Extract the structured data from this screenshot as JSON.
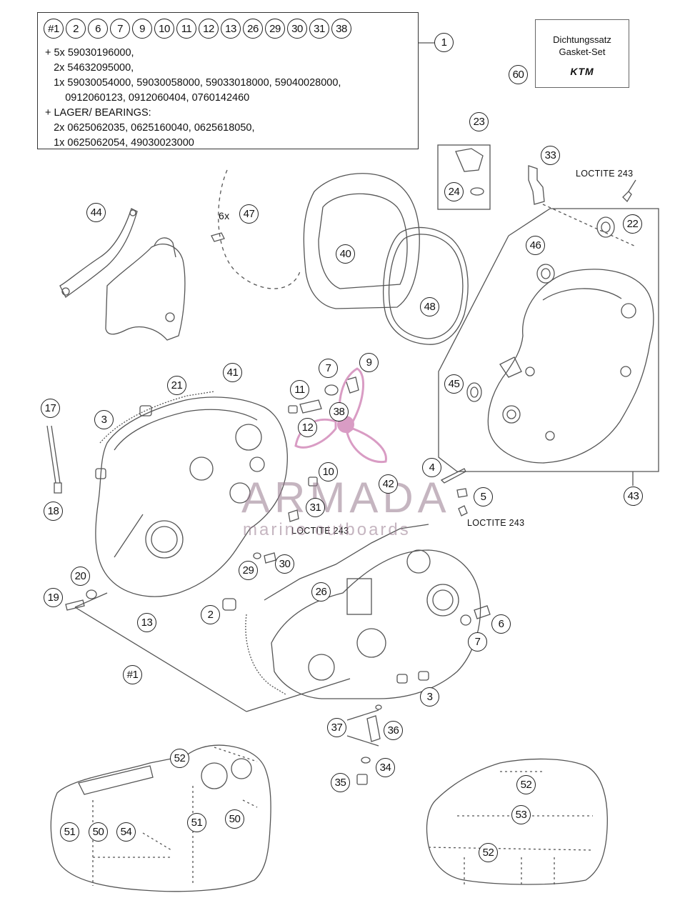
{
  "parts_set": {
    "circles": [
      "#1",
      "2",
      "6",
      "7",
      "9",
      "10",
      "11",
      "12",
      "13",
      "26",
      "29",
      "30",
      "31",
      "38"
    ],
    "callout": "1",
    "lines": [
      "+ 5x 59030196000,",
      "   2x 54632095000,",
      "   1x 59030054000, 59030058000, 59033018000, 59040028000,",
      "       0912060123, 0912060404, 0760142460",
      "+ LAGER/ BEARINGS:",
      "   2x 0625062035, 0625160040, 0625618050,",
      "   1x 0625062054, 49030023000"
    ]
  },
  "gasket_set": {
    "line1": "Dichtungssatz",
    "line2": "Gasket-Set",
    "logo": "KTM",
    "callout": "60"
  },
  "notes": {
    "loctite_a": "LOCTITE 243",
    "loctite_b": "LOCTITE 243",
    "loctite_c": "LOCTITE 243",
    "qty_47": "6x"
  },
  "watermark": {
    "title": "ARMADA",
    "subtitle": "marine outboards"
  },
  "callouts": {
    "c23": "23",
    "c24": "24",
    "c33": "33",
    "c22": "22",
    "c46": "46",
    "c44": "44",
    "c47": "47",
    "c40": "40",
    "c48": "48",
    "c45": "45",
    "c43": "43",
    "c21": "21",
    "c41": "41",
    "c7a": "7",
    "c9": "9",
    "c11": "11",
    "c38": "38",
    "c12": "12",
    "c17": "17",
    "c3a": "3",
    "c18": "18",
    "c10": "10",
    "c42": "42",
    "c4": "4",
    "c5": "5",
    "c31": "31",
    "c20": "20",
    "c19": "19",
    "c13": "13",
    "c29": "29",
    "c30": "30",
    "c26": "26",
    "c2": "2",
    "c6": "6",
    "c7b": "7",
    "c1b": "#1",
    "c3b": "3",
    "c37": "37",
    "c36": "36",
    "c34": "34",
    "c35": "35",
    "c52a": "52",
    "c51a": "51",
    "c50a": "50",
    "c54": "54",
    "c51b": "51",
    "c50b": "50",
    "c52b": "52",
    "c53": "53",
    "c52c": "52"
  }
}
